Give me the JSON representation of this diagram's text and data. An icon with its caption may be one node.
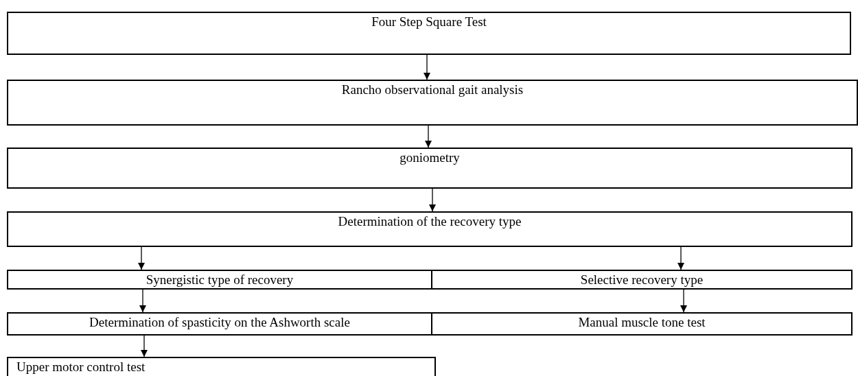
{
  "diagram": {
    "nodes": [
      {
        "text": [
          "Four Step Square Test"
        ]
      },
      {
        "text": [
          "Rancho observational gait analysis"
        ]
      },
      {
        "text": [
          "goniometry"
        ]
      },
      {
        "text": [
          "Determination of the recovery type"
        ]
      },
      {
        "text": [
          "Synergistic type of recovery"
        ]
      },
      {
        "text": [
          "Selective recovery type"
        ]
      },
      {
        "text": [
          "Determination of spasticity on the Ashworth scale"
        ]
      },
      {
        "text": [
          "Manual muscle tone test"
        ]
      },
      {
        "text": [
          "Upper motor control test"
        ]
      }
    ],
    "edges": [
      {
        "from": 0,
        "to": 1,
        "arrow": "to"
      },
      {
        "from": 1,
        "to": 2,
        "arrow": "to"
      },
      {
        "from": 2,
        "to": 3,
        "arrow": "to"
      },
      {
        "from": 3,
        "to": 4,
        "arrow": "to"
      },
      {
        "from": 3,
        "to": 5,
        "arrow": "to"
      },
      {
        "from": 4,
        "to": 6,
        "arrow": "to"
      },
      {
        "from": 5,
        "to": 7,
        "arrow": "to"
      },
      {
        "from": 6,
        "to": 8,
        "arrow": "to"
      }
    ]
  }
}
